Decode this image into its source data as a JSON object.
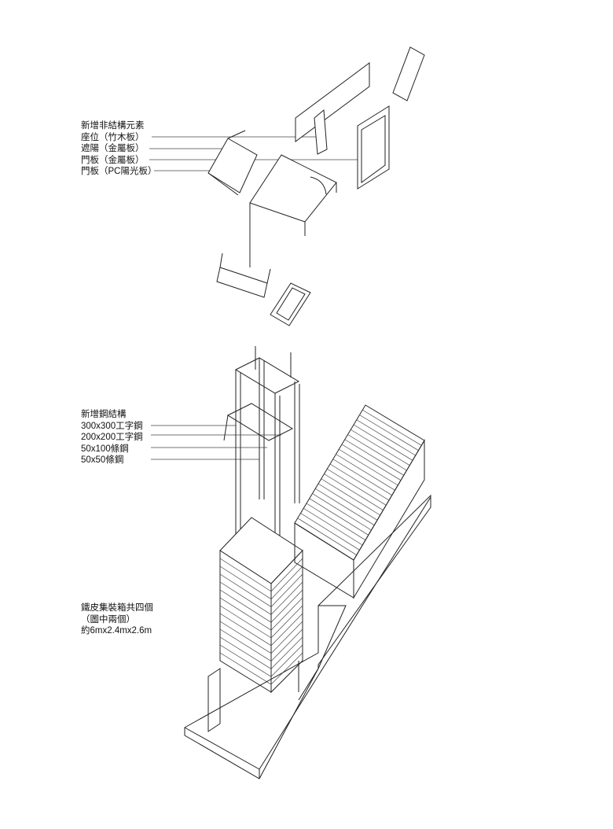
{
  "non_structural": {
    "title": "新增非結構元素",
    "items": [
      "座位（竹木板）",
      "遮陽（金屬板）",
      "門板（金屬板）",
      "門板（PC陽光板）"
    ]
  },
  "steel": {
    "title": "新增鋼結構",
    "items": [
      "300x300工字鋼",
      "200x200工字鋼",
      "50x100條鋼",
      "50x50條鋼"
    ]
  },
  "container": {
    "lines": [
      "鐵皮集裝箱共四個",
      "（圖中兩個）",
      "約6mx2.4mx2.6m"
    ]
  }
}
